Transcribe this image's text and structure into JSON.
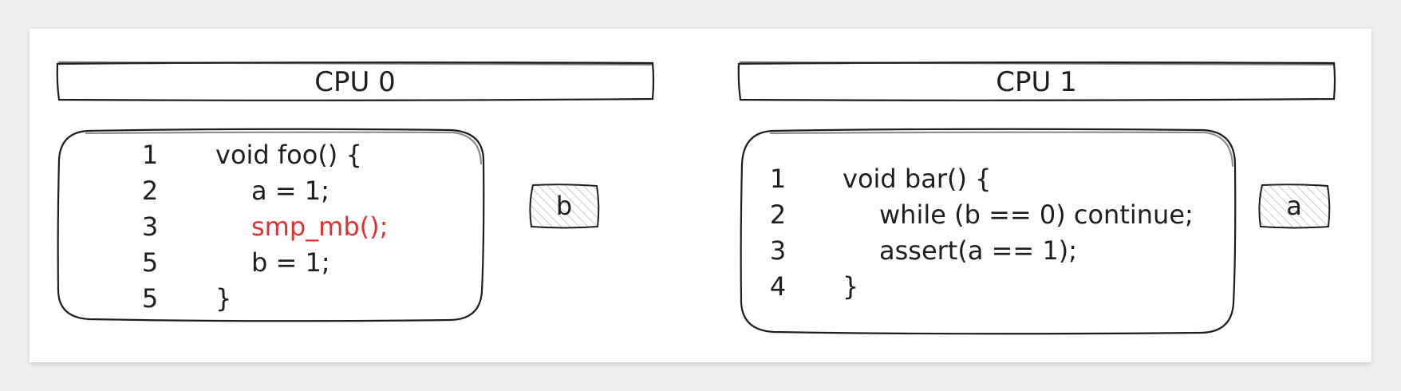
{
  "colors": {
    "ink": "#1e1e1e",
    "highlight": "#e03131",
    "hatch": "#c8c8c8"
  },
  "cpu0": {
    "title": "CPU 0",
    "lines": [
      {
        "num": "1",
        "code": "void foo() {",
        "highlight": false
      },
      {
        "num": "2",
        "code": "a = 1;",
        "highlight": false
      },
      {
        "num": "3",
        "code": "smp_mb();",
        "highlight": true
      },
      {
        "num": "5",
        "code": "b = 1;",
        "highlight": false
      },
      {
        "num": "5",
        "code": "}",
        "highlight": false
      }
    ],
    "variable": "b"
  },
  "cpu1": {
    "title": "CPU 1",
    "lines": [
      {
        "num": "1",
        "code": "void bar() {",
        "highlight": false
      },
      {
        "num": "2",
        "code": "while (b == 0) continue;",
        "highlight": false
      },
      {
        "num": "3",
        "code": "assert(a == 1);",
        "highlight": false
      },
      {
        "num": "4",
        "code": "}",
        "highlight": false
      }
    ],
    "variable": "a"
  }
}
